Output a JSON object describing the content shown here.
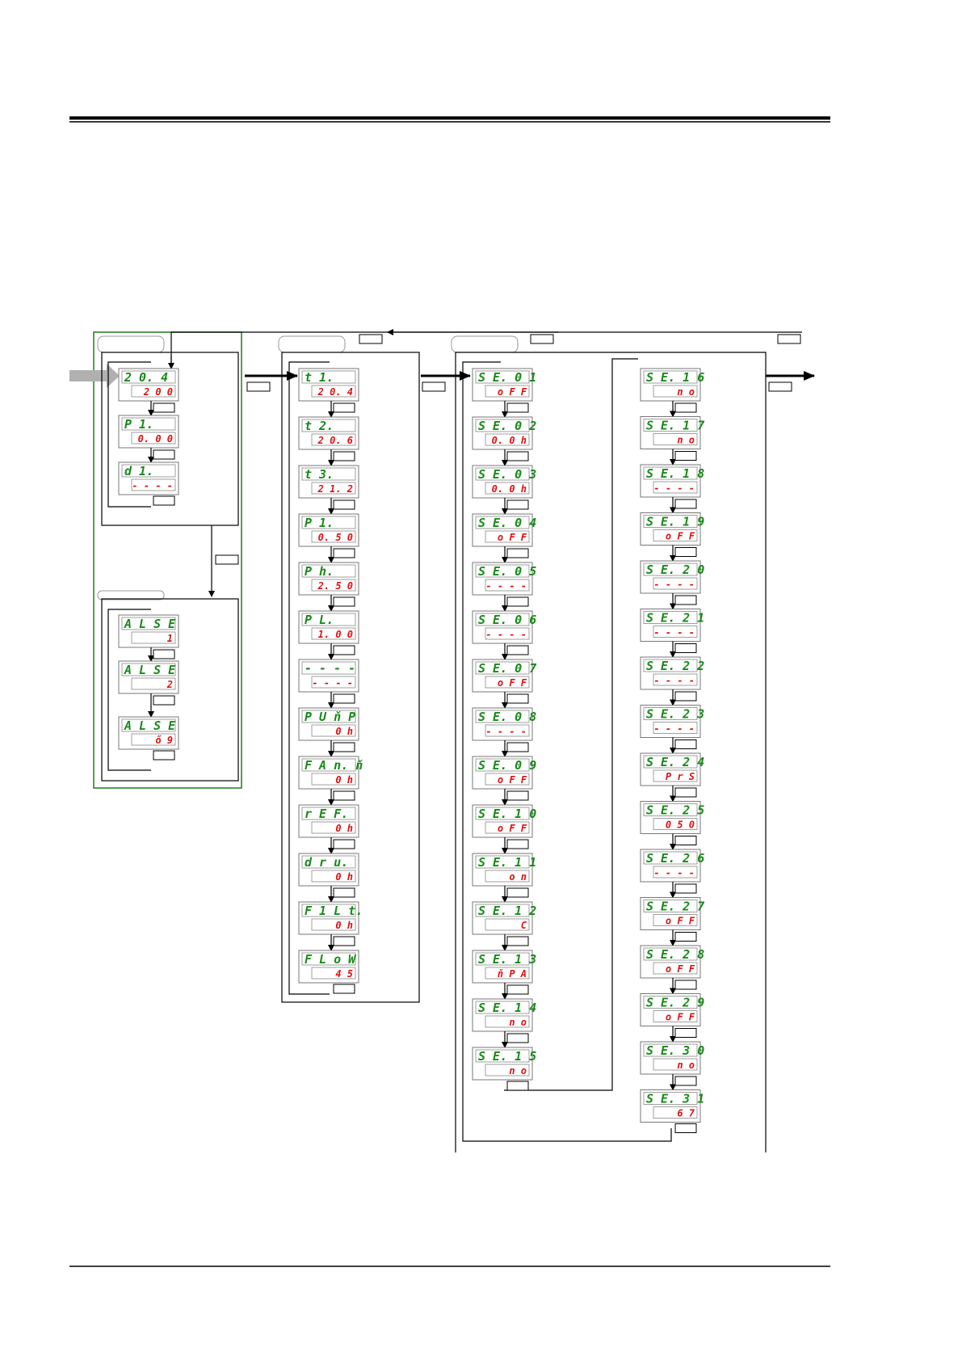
{
  "colors": {
    "top_lcd": "#1a8a1a",
    "bottom_lcd": "#e01010",
    "frame_green": "#1e7a1e",
    "entry_arrow": "#b0b0b0"
  },
  "group_a": [
    {
      "top": "2 0. 4",
      "bottom": "2 0 0"
    },
    {
      "top": "P 1.",
      "bottom": "0. 0 0"
    },
    {
      "top": "d 1.",
      "bottom": "- - - -"
    }
  ],
  "group_b": [
    {
      "top": "A L S E",
      "bottom": "1"
    },
    {
      "top": "A L S E",
      "bottom": "2"
    },
    {
      "top": "A L S E",
      "bottom": "ő 9"
    }
  ],
  "group_c": [
    {
      "top": "t 1.",
      "bottom": "2 0. 4"
    },
    {
      "top": "t 2.",
      "bottom": "2 0. 6"
    },
    {
      "top": "t 3.",
      "bottom": "2 1. 2"
    },
    {
      "top": "P 1.",
      "bottom": "0. 5 0"
    },
    {
      "top": "P h.",
      "bottom": "2. 5 0"
    },
    {
      "top": "P L.",
      "bottom": "1. 0 0"
    },
    {
      "top": "- - - -",
      "bottom": "- - - -"
    },
    {
      "top": "P U ň P",
      "bottom": "0 h"
    },
    {
      "top": "F A n. ň",
      "bottom": "0 h"
    },
    {
      "top": "r E F.",
      "bottom": "0 h"
    },
    {
      "top": "d r u.",
      "bottom": "0 h"
    },
    {
      "top": "F 1 L t.",
      "bottom": "0 h"
    },
    {
      "top": "F L o W",
      "bottom": "4 5"
    }
  ],
  "group_d": [
    {
      "top": "S E. 0 1",
      "bottom": "o F F"
    },
    {
      "top": "S E. 0 2",
      "bottom": "0. 0 h"
    },
    {
      "top": "S E. 0 3",
      "bottom": "0. 0 h"
    },
    {
      "top": "S E. 0 4",
      "bottom": "o F F"
    },
    {
      "top": "S E. 0 5",
      "bottom": "- - - -"
    },
    {
      "top": "S E. 0 6",
      "bottom": "- - - -"
    },
    {
      "top": "S E. 0 7",
      "bottom": "o F F"
    },
    {
      "top": "S E. 0 8",
      "bottom": "- - - -"
    },
    {
      "top": "S E. 0 9",
      "bottom": "o F F"
    },
    {
      "top": "S E. 1 0",
      "bottom": "o F F"
    },
    {
      "top": "S E. 1 1",
      "bottom": "o n"
    },
    {
      "top": "S E. 1 2",
      "bottom": "C"
    },
    {
      "top": "S E. 1 3",
      "bottom": "ň P A"
    },
    {
      "top": "S E. 1 4",
      "bottom": "n o"
    },
    {
      "top": "S E. 1 5",
      "bottom": "n o"
    }
  ],
  "group_e": [
    {
      "top": "S E. 1 6",
      "bottom": "n o"
    },
    {
      "top": "S E. 1 7",
      "bottom": "n o"
    },
    {
      "top": "S E. 1 8",
      "bottom": "- - - -"
    },
    {
      "top": "S E. 1 9",
      "bottom": "o F F"
    },
    {
      "top": "S E. 2 0",
      "bottom": "- - - -"
    },
    {
      "top": "S E. 2 1",
      "bottom": "- - - -"
    },
    {
      "top": "S E. 2 2",
      "bottom": "- - - -"
    },
    {
      "top": "S E. 2 3",
      "bottom": "- - - -"
    },
    {
      "top": "S E. 2 4",
      "bottom": "P r S"
    },
    {
      "top": "S E. 2 5",
      "bottom": "0 5 0"
    },
    {
      "top": "S E. 2 6",
      "bottom": "- - - -"
    },
    {
      "top": "S E. 2 7",
      "bottom": "o F F"
    },
    {
      "top": "S E. 2 8",
      "bottom": "o F F"
    },
    {
      "top": "S E. 2 9",
      "bottom": "o F F"
    },
    {
      "top": "S E. 3 0",
      "bottom": "n o"
    },
    {
      "top": "S E. 3 1",
      "bottom": "6 7"
    }
  ]
}
